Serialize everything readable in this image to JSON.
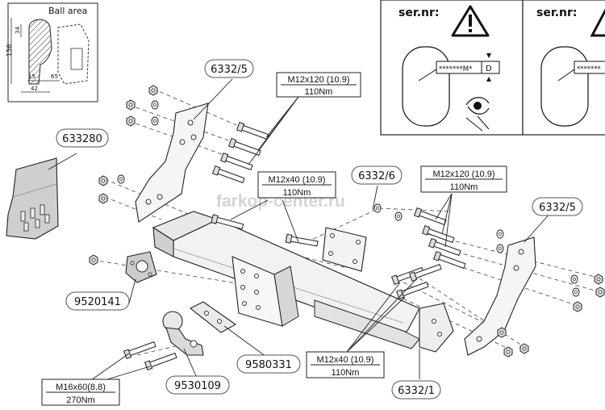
{
  "inset": {
    "title": "Ball area",
    "dims": [
      "156",
      "34",
      "15",
      "65",
      "42"
    ]
  },
  "warnings": [
    {
      "label": "ser.nr:",
      "plate_text": "*******M*",
      "plate_letter": "D"
    },
    {
      "label": "ser.nr:"
    }
  ],
  "watermark": "farkop-center.ru",
  "callouts": {
    "p633280": "633280",
    "p6332_5_left": "6332/5",
    "p6332_5_right": "6332/5",
    "p6332_6": "6332/6",
    "p9520141": "9520141",
    "p9580331": "9580331",
    "p9530109": "9530109",
    "p6332_1": "6332/1"
  },
  "specs": {
    "bolt_top": {
      "size": "M12x120 (10.9)",
      "torque": "110Nm"
    },
    "bolt_mid": {
      "size": "M12x40 (10.9)",
      "torque": "110Nm"
    },
    "bolt_right": {
      "size": "M12x120 (10.9)",
      "torque": "110Nm"
    },
    "bolt_bottom": {
      "size": "M12x40 (10.9)",
      "torque": "110Nm"
    },
    "bolt_ball": {
      "size": "M16x60(8.8)",
      "torque": "270Nm"
    }
  },
  "colors": {
    "line": "#1a1a1a",
    "part_fill": "#f4f4f4",
    "shade": "#bdbdbd",
    "watermark": "#d9d9d9",
    "bubble_border": "#555555"
  }
}
